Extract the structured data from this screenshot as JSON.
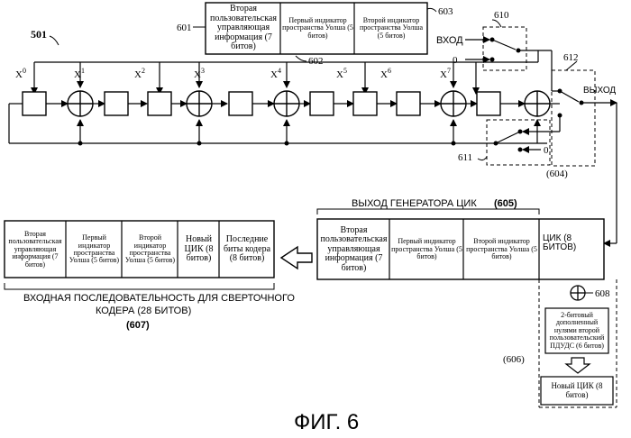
{
  "ref_501": "501",
  "ref_601": "601",
  "ref_602": "602",
  "ref_603": "603",
  "ref_610": "610",
  "ref_611": "611",
  "ref_612": "612",
  "ref_604": "(604)",
  "ref_605": "(605)",
  "ref_606": "(606)",
  "ref_607": "(607)",
  "ref_608": "608",
  "input_label": "ВХОД",
  "zero_label": "0",
  "output_label": "ВЫХОД",
  "powers": [
    "X",
    "X",
    "X",
    "X",
    "X",
    "X",
    "X",
    "X"
  ],
  "exponents": [
    "0",
    "1",
    "2",
    "3",
    "4",
    "5",
    "6",
    "7"
  ],
  "top_fields": {
    "f1": "Вторая пользовательская управляющая информация (7 битов)",
    "f2": "Первый индикатор пространства Уолша (5 битов)",
    "f3": "Второй индикатор пространства Уолша (5 битов)"
  },
  "crc_gen_title": "ВЫХОД ГЕНЕРАТОРА ЦИК",
  "mid_fields": {
    "f1": "Вторая пользовательская управляющая информация (7 битов)",
    "f2": "Первый индикатор пространства Уолша (5 битов)",
    "f3": "Второй индикатор пространства Уолша (5 битов)",
    "f4": "ЦИК (8 БИТОВ)"
  },
  "left_fields": {
    "f1": "Вторая пользовательская управляющая информация (7 битов)",
    "f2": "Первый индикатор пространства Уолша (5 битов)",
    "f3": "Второй индикатор пространства Уолша (5 битов)",
    "f4": "Новый ЦИК (8 битов)",
    "f5": "Последние биты кодера (8 битов)"
  },
  "seq_caption_1": "ВХОДНАЯ ПОСЛЕДОВАТЕЛЬНОСТЬ ДЛЯ СВЕРТОЧНОГО",
  "seq_caption_2": "КОДЕРА (28 БИТОВ)",
  "pad_box": "2-битовый дополненный нулями второй пользовательский ПДУДС (6 битов)",
  "new_crc_box": "Новый ЦИК (8 битов)",
  "figure_label": "ФИГ. 6"
}
